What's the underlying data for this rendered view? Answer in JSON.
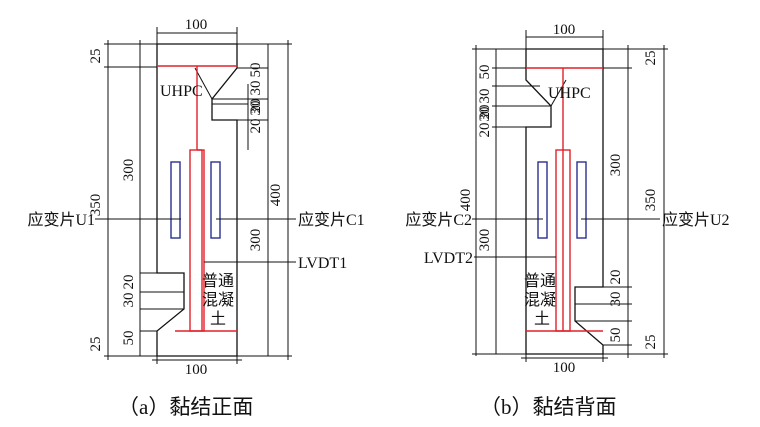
{
  "colors": {
    "rebar": "#e0202a",
    "gauge": "#2b2f8f",
    "line": "#111111"
  },
  "left": {
    "caption": "（a）黏结正面",
    "top_width": "100",
    "bottom_width": "100",
    "dims_left": {
      "d25_top": "25",
      "d350": "350",
      "d300": "300",
      "d30": "30",
      "d20": "20",
      "d50": "50",
      "d25_bottom": "25"
    },
    "dims_right": {
      "d50": "50",
      "d20a": "20",
      "d30a": "30",
      "d20b": "20",
      "d30b": "30",
      "d400": "400",
      "d300": "300"
    },
    "labels": {
      "uhpc": "UHPC",
      "gauge_left": "应变片U1",
      "gauge_right": "应变片C1",
      "lvdt": "LVDT1",
      "concrete": [
        "普通",
        "混凝",
        "土"
      ]
    }
  },
  "right": {
    "caption": "（b）黏结背面",
    "top_width": "100",
    "bottom_width": "100",
    "dims_left": {
      "d50": "50",
      "d20a": "20",
      "d30a": "30",
      "d20b": "20",
      "d30b": "30",
      "d400": "400",
      "d300": "300"
    },
    "dims_right": {
      "d25_top": "25",
      "d300": "300",
      "d350": "350",
      "d20": "20",
      "d30": "30",
      "d50": "50",
      "d25_bottom": "25"
    },
    "labels": {
      "uhpc": "UHPC",
      "gauge_left": "应变片C2",
      "gauge_right": "应变片U2",
      "lvdt": "LVDT2",
      "concrete": [
        "普通",
        "混凝",
        "土"
      ]
    }
  }
}
